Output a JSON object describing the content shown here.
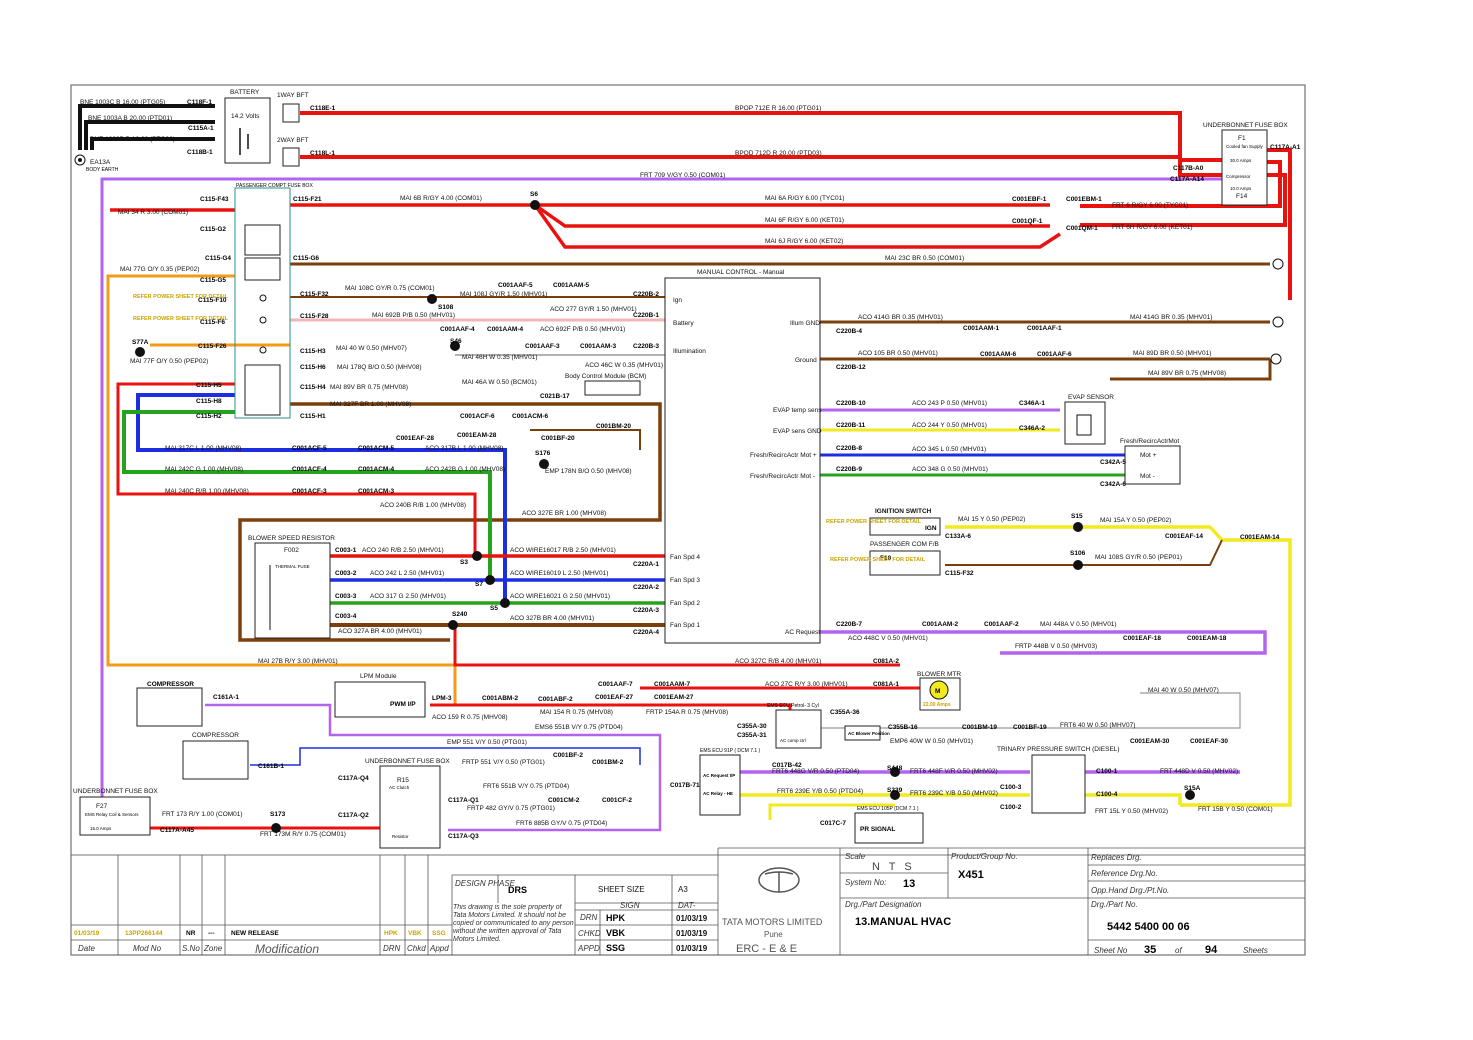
{
  "colors": {
    "red": "#e8130f",
    "black": "#111111",
    "purple": "#b463f0",
    "brown": "#7a3f0a",
    "orange": "#f39a18",
    "blue": "#1d2de0",
    "green": "#26a31e",
    "yellow": "#f2ea1e",
    "teal": "#2a8f8f",
    "pink": "#f2b6b6"
  },
  "components": {
    "battery": "BATTERY",
    "battery_volts": "14.2 Volts",
    "bft1": "1WAY BFT",
    "bft2": "2WAY BFT",
    "ea13a": "EA13A",
    "body_earth": "BODY EARTH",
    "passenger_fuse_box": "PASSENGER COMPT FUSE BOX",
    "underbonnet_fuse_box": "UNDERBONNET FUSE BOX",
    "f1": "F1",
    "f1_desc": "Cooled fan Supply",
    "f1_amps": "30.0 Amps",
    "compressor_fuse": "Compressor",
    "compressor_amps": "10.0 Amps",
    "f14": "F14",
    "manual_control": "MANUAL CONTROL - Manual",
    "mc_pins": [
      "Ign",
      "Battery",
      "Illumination",
      "Illum GND",
      "Ground",
      "EVAP temp sens",
      "EVAP sens GND",
      "Fresh/RecircActr Mot +",
      "Fresh/RecircActr Mot -",
      "Fan Spd 4",
      "Fan Spd 3",
      "Fan Spd 2",
      "Fan Spd 1",
      "AC Request"
    ],
    "evap_sensor": "EVAP SENSOR",
    "fresh_recirc": "Fresh/RecircActrMot",
    "mot_plus": "Mot +",
    "mot_minus": "Mot -",
    "ignition_switch": "IGNITION SWITCH",
    "ign": "IGN",
    "passenger_com": "PASSENGER COM F/B",
    "f10": "F10",
    "blower_resistor": "BLOWER SPEED RESISTOR",
    "f002": "F002",
    "thermal_fuse": "THERMAL FUSE",
    "blower_mtr": "BLOWER MTR",
    "blower_amps": "22.00 Amps",
    "m": "M",
    "compressor": "COMPRESSOR",
    "lpm_module": "LPM Module",
    "pwm": "PWM I/P",
    "ems_petrol": "EMS ECU Petrol- 3 Cyl",
    "ems_91p": "EMS ECU 91P ( DCM 7.1 )",
    "ems_105p": "EMS ECU 105P (DCM 7.1 )",
    "trinary": "TRINARY PRESSURE SWITCH (DIESEL)",
    "f27": "F27",
    "f27_desc": "EMS Relay Coil & Sensors",
    "f27_amps": "15.0 Amps",
    "r15": "R15",
    "ac_clutch": "AC Clutch",
    "resistor": "Resistor",
    "body_control": "Body Control Module (BCM)",
    "refer_power": "REFER POWER SHEET FOR DETAIL",
    "pr_signal": "PR SIGNAL",
    "ac_request_label": "AC Request I/P",
    "ac_relay": "AC Relay - HE",
    "ac_comp_ctrl": "AC comp ctrl",
    "ac_blower": "AC Blower Position"
  },
  "wire_labels": [
    "BNE 1003C B 16.00 (PTG05)",
    "BNE 1003A B 20.00 (PTD01)",
    "BNE 1003B B 16.00 (PTG06)",
    "BPOP 712E R 16.00 (PTG01)",
    "BPOD 712D R 20.00 (PTD03)",
    "FRT 709 V/GY 0.50 (COM01)",
    "MAI 6B R/GY 4.00 (COM01)",
    "MAI 6A R/GY 6.00 (TYC01)",
    "MAI 6F R/GY 6.00 (KET01)",
    "MAI 6J R/GY 6.00 (KET02)",
    "FRT 6 R/GY 6.00 (TYC01)",
    "FRT 6H R/GY 6.00 (KET01)",
    "MAI 34 R 3.00 (COM01)",
    "MAI 23C BR 0.50 (COM01)",
    "MAI 77G O/Y 0.35 (PEP02)",
    "MAI 108C GY/R 0.75 (COM01)",
    "MAI 108J GY/R 1.50 (MHV01)",
    "ACO 277 GY/R 1.50 (MHV01)",
    "MAI 692B P/B 0.50 (MHV01)",
    "ACO 692F P/B 0.50 (MHV01)",
    "MAI 46H W 0.35 (MHV01)",
    "ACO 46C W 0.35 (MHV01)",
    "MAI 46A W 0.50 (BCM01)",
    "MAI 77F O/Y 0.50 (PEP02)",
    "MAI 40 W 0.50 (MHV07)",
    "MAI 178Q B/O 0.50 (MHV08)",
    "MAI 89V BR 0.75 (MHV08)",
    "MAI 327F BR 1.00 (MHV08)",
    "MAI 317C L 1.00 (MHV08)",
    "ACO 317B L 1.00 (MHV08)",
    "MAI 242C G 1.00 (MHV08)",
    "ACO 242B G 1.00 (MHV08)",
    "MAI 240C R/B 1.00 (MHV08)",
    "ACO 240B R/B 1.00 (MHV08)",
    "EMP 178N B/O 0.50 (MHV08)",
    "ACO 327E BR 1.00 (MHV08)",
    "ACO 414G BR 0.35 (MHV01)",
    "MAI 414G BR 0.35 (MHV01)",
    "ACO 105 BR 0.50 (MHV01)",
    "MAI 89D BR 0.50 (MHV01)",
    "MAI 89V BR 0.75 (MHV08)",
    "ACO 243 P 0.50 (MHV01)",
    "ACO 244 Y 0.50 (MHV01)",
    "ACO 345 L 0.50 (MHV01)",
    "ACO 348 G 0.50 (MHV01)",
    "MAI 15 Y 0.50 (PEP02)",
    "MAI 15A Y 0.50 (PEP02)",
    "MAI 108S GY/R 0.50 (PEP01)",
    "ACO 240 R/B 2.50 (MHV01)",
    "ACO WIRE16017 R/B 2.50 (MHV01)",
    "ACO 242 L 2.50 (MHV01)",
    "ACO WIRE16019 L 2.50 (MHV01)",
    "ACO 317 G 2.50 (MHV01)",
    "ACO WIRE16021 G 2.50 (MHV01)",
    "ACO 327A BR 4.00 (MHV01)",
    "ACO 327B BR 4.00 (MHV01)",
    "ACO 448C V 0.50 (MHV01)",
    "MAI 448A V 0.50 (MHV01)",
    "FRTP 448B V 0.50 (MHV03)",
    "MAI 27B R/Y 3.00 (MHV01)",
    "ACO 327C R/B 4.00 (MHV01)",
    "ACO 27C R/Y 3.00 (MHV01)",
    "MAI 154 R 0.75 (MHV08)",
    "FRTP 154A R 0.75 (MHV08)",
    "ACO 159 R 0.75 (MHV08)",
    "EMS6 551B V/Y 0.75 (PTD04)",
    "EMP 551 V/Y 0.50 (PTG01)",
    "FRTP 551 V/Y 0.50 (PTG01)",
    "FRT6 551B V/Y 0.75 (PTD04)",
    "FRTP 482 GY/V 0.75 (PTG01)",
    "FRT6 885B GY/V 0.75 (PTD04)",
    "FRT6 448G V/R 0.50 (PTD04)",
    "FRT6 448F V/R 0.50 (MHV02)",
    "FRT 448D V 0.50 (MHV02)",
    "FRT6 239E Y/B 0.50 (PTD04)",
    "FRT6 239C Y/B 0.50 (MHV02)",
    "FRT 15L Y 0.50 (MHV02)",
    "FRT 15B Y 0.50 (COM01)",
    "FRT6 40 W 0.50 (MHV07)",
    "EMP6 40W W 0.50 (MHV01)",
    "MAI 40 W 0.50 (MHV07)",
    "FRT 173 R/Y 1.00 (COM01)",
    "FRT 173M R/Y 0.75 (COM01)"
  ],
  "connectors": [
    "C118F-1",
    "C115A-1",
    "C118B-1",
    "C118E-1",
    "C118L-1",
    "C117B-A0",
    "C117A-A1",
    "C117A-A14",
    "C115-F43",
    "C115-F21",
    "S6",
    "C001EBF-1",
    "C001EBM-1",
    "C001QF-1",
    "C001QM-1",
    "C115-G2",
    "C115-G4",
    "C115-G5",
    "C115-G6",
    "C115-F10",
    "C115-F32",
    "S108",
    "C115-F6",
    "C115-F28",
    "C001AAF-5",
    "C001AAM-5",
    "C220B-2",
    "C220B-1",
    "C001AAF-4",
    "C001AAM-4",
    "S77A",
    "C115-F26",
    "S46",
    "C001AAF-3",
    "C001AAM-3",
    "C220B-3",
    "C115-H3",
    "C115-H6",
    "C115-H4",
    "C021B-17",
    "C115-H5",
    "C115-H8",
    "C115-H2",
    "C115-H1",
    "C001ACF-6",
    "C001ACM-6",
    "C001EAF-28",
    "C001EAM-28",
    "C001BF-20",
    "C001BM-20",
    "C001ACF-5",
    "C001ACM-5",
    "S176",
    "C001ACF-4",
    "C001ACM-4",
    "C001ACF-3",
    "C001ACM-3",
    "C220B-4",
    "C001AAM-1",
    "C001AAF-1",
    "C220B-12",
    "C001AAM-6",
    "C001AAF-6",
    "C220B-10",
    "C346A-1",
    "C220B-11",
    "C346A-2",
    "C220B-8",
    "C342A-5",
    "C220B-9",
    "C342A-6",
    "C133A-6",
    "S15",
    "C001EAF-14",
    "C001EAM-14",
    "C115-F32",
    "S106",
    "C003-1",
    "S3",
    "C220A-1",
    "C003-2",
    "S7",
    "C220A-2",
    "C003-3",
    "S5",
    "C220A-3",
    "C003-4",
    "S240",
    "C220A-4",
    "C220B-7",
    "C001AAM-2",
    "C001AAF-2",
    "C001EAF-18",
    "C001EAM-18",
    "C081A-2",
    "C081A-1",
    "C161A-1",
    "LPM-3",
    "C001ABM-2",
    "C001ABF-2",
    "C001EAF-27",
    "C001EAM-27",
    "C001AAF-7",
    "C001AAM-7",
    "C355A-30",
    "C355A-31",
    "C355A-36",
    "C355B-16",
    "C001BM-19",
    "C001BF-19",
    "C001EAM-30",
    "C001EAF-30",
    "C161B-1",
    "C001BF-2",
    "C001BM-2",
    "C117A-Q4",
    "C117A-Q1",
    "C001CM-2",
    "C001CF-2",
    "C117A-Q2",
    "C117A-Q3",
    "C017B-71",
    "C017B-42",
    "S448",
    "C100-1",
    "S239",
    "C100-3",
    "C100-2",
    "C100-4",
    "S15A",
    "C017C-7",
    "S173",
    "C117A-A45"
  ],
  "title_block": {
    "design_phase_label": "DESIGN PHASE",
    "design_phase": "DRS",
    "sheet_size_label": "SHEET SIZE",
    "sheet_size": "A3",
    "sign_label": "SIGN",
    "date_label": "DAT-",
    "disclaimer": "This drawing is the sole property of Tata Motors Limited. It should not be copied or communicated to any person without the written approval of Tata Motors Limited.",
    "rows": [
      {
        "role": "DRN",
        "sign": "HPK",
        "date": "01/03/19"
      },
      {
        "role": "CHKD",
        "sign": "VBK",
        "date": "01/03/19"
      },
      {
        "role": "APPD",
        "sign": "SSG",
        "date": "01/03/19"
      }
    ],
    "revision": {
      "date": "01/03/19",
      "mod_no": "13PP266144",
      "s_no": "NR",
      "zone": "---",
      "modification": "NEW RELEASE",
      "drn": "HPK",
      "chkd": "VBK",
      "appd": "SSG"
    },
    "rev_headers": [
      "Date",
      "Mod No",
      "S.No",
      "Zone",
      "Modification",
      "DRN",
      "Chkd",
      "Appd"
    ],
    "company": "TATA MOTORS LIMITED",
    "city": "Pune",
    "dept": "ERC - E & E",
    "scale_label": "Scale",
    "scale": "N T S",
    "system_no_label": "System No:",
    "system_no": "13",
    "product_label": "Product/Group No.",
    "product": "X451",
    "designation_label": "Drg./Part Designation",
    "designation": "13.MANUAL HVAC",
    "replaces_label": "Replaces Drg.",
    "reference_label": "Reference Drg.No.",
    "opp_hand_label": "Opp.Hand Drg./Pt.No.",
    "part_no_label": "Drg./Part No.",
    "part_no": "5442 5400 00 06",
    "sheet_no_label": "Sheet No",
    "sheet_no": "35",
    "of_label": "of",
    "total_sheets": "94",
    "sheets_label": "Sheets"
  }
}
